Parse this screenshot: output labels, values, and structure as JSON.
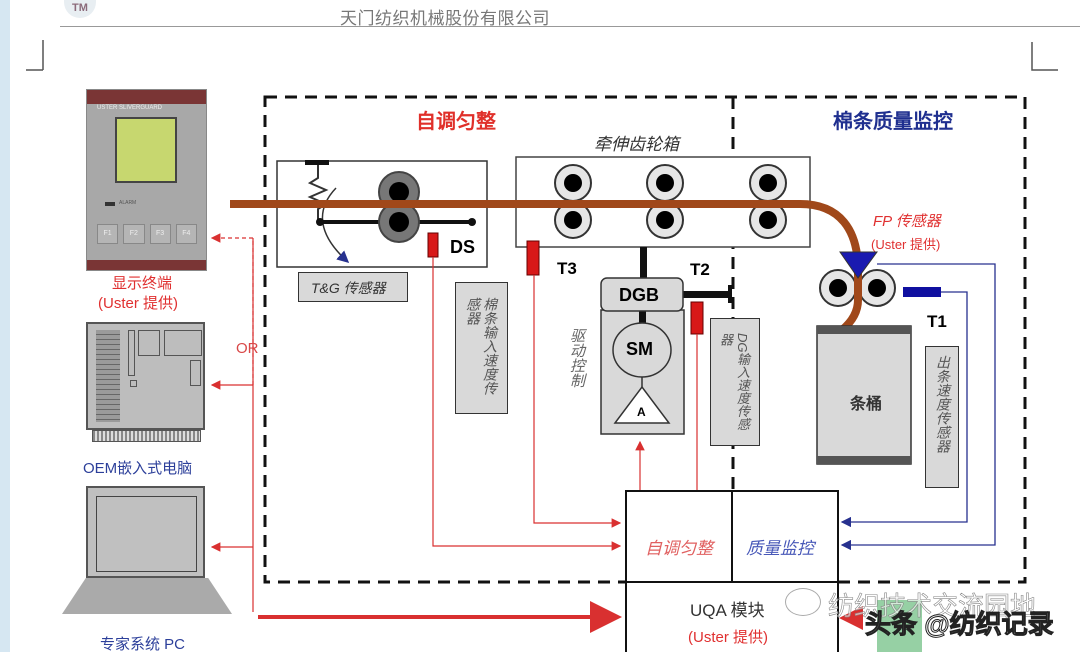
{
  "header": {
    "company": "天门纺织机械股份有限公司",
    "logo_text": "TM"
  },
  "sections": {
    "autoleveling_title": "自调匀整",
    "quality_title": "棉条质量监控",
    "gearbox_title": "牵伸齿轮箱"
  },
  "devices": {
    "display_terminal": {
      "name": "显示终端",
      "provider": "(Uster 提供)",
      "brand_text": "USTER SLIVERGUARD",
      "alarm_label": "ALARM",
      "keys": [
        "F1",
        "F2",
        "F3",
        "F4"
      ]
    },
    "oem_pc": {
      "name": "OEM嵌入式电脑"
    },
    "expert_pc": {
      "name": "专家系统 PC"
    },
    "or_label": "OR"
  },
  "components": {
    "tg_sensor": "T&G 传感器",
    "ds": "DS",
    "t3": "T3",
    "t2": "T2",
    "t1": "T1",
    "dgb": "DGB",
    "sm": "SM",
    "amp": "A",
    "sliver_input_sensor": "棉条输入速度传感器",
    "drive_control": "驱动控制",
    "dg_input_sensor": "DG输入速度传感器",
    "fp_sensor": "FP 传感器",
    "fp_provider": "(Uster 提供)",
    "can": "条桶",
    "output_speed_sensor": "出条速度传感器"
  },
  "uqa": {
    "autoleveling": "自调匀整",
    "quality": "质量监控",
    "module": "UQA 模块",
    "provider": "(Uster 提供)"
  },
  "watermark": {
    "wechat": "纺织技术交流园地",
    "toutiao": "头条 @纺织记录"
  },
  "colors": {
    "sliver": "#a0481a",
    "signal_red": "#d93030",
    "signal_blue": "#27318f",
    "sensor_red": "#d81818",
    "box_gray": "#d9d9d9"
  }
}
